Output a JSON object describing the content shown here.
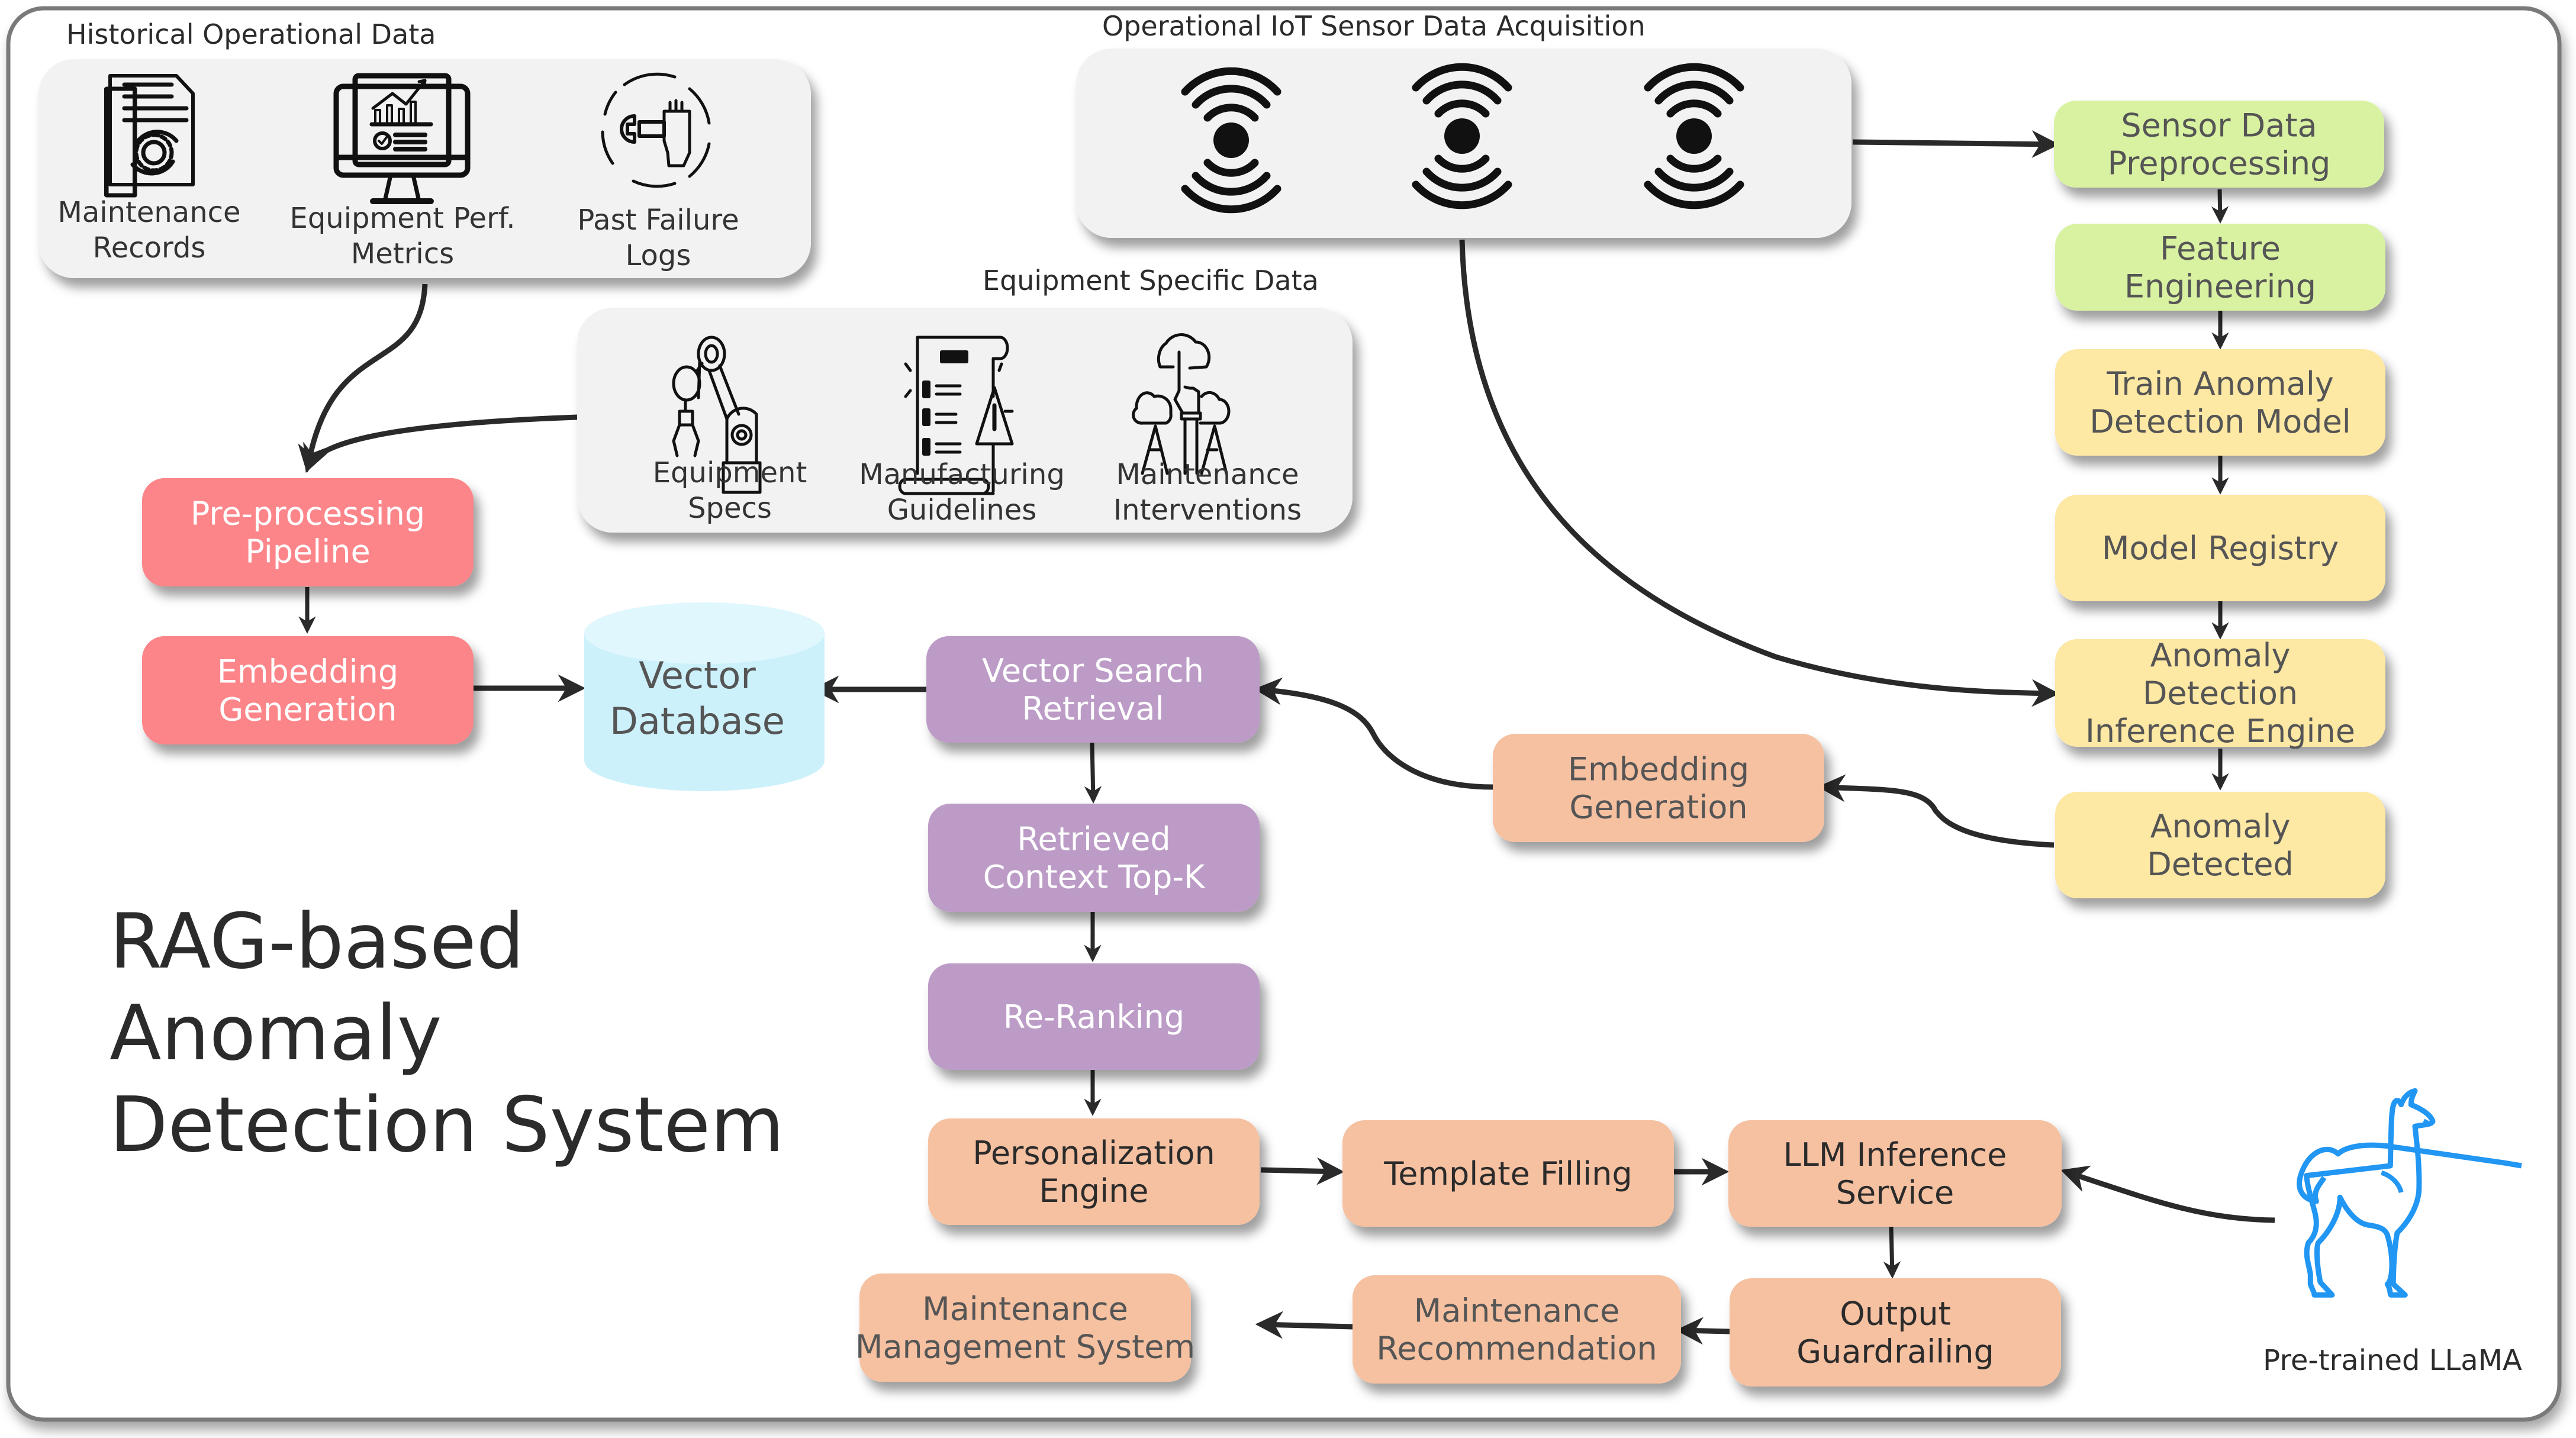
{
  "title": {
    "lines": [
      "RAG-based",
      "Anomaly",
      "Detection System"
    ]
  },
  "colors": {
    "red": "#fc8589",
    "purple": "#bc9cc7",
    "peach": "#f6c1a1",
    "yellow": "#fde8a4",
    "green": "#d9f2a2",
    "cyan": "#cdf1fb",
    "panel": "#f2f2f2",
    "edge": "#2a2a2a",
    "llama": "#2196f3"
  },
  "sections": {
    "historical": {
      "title": "Historical Operational Data",
      "items": [
        {
          "icon": "maintenance-records-icon",
          "lines": [
            "Maintenance",
            "Records"
          ]
        },
        {
          "icon": "performance-monitor-icon",
          "lines": [
            "Equipment Perf.",
            "Metrics"
          ]
        },
        {
          "icon": "failure-cycle-wrench-icon",
          "lines": [
            "Past Failure",
            "Logs"
          ]
        }
      ]
    },
    "iot": {
      "title": "Operational IoT Sensor Data Acquisition",
      "items": [
        {
          "icon": "sensor-signal-icon"
        },
        {
          "icon": "sensor-signal-icon"
        },
        {
          "icon": "sensor-signal-icon"
        }
      ]
    },
    "equipment": {
      "title": "Equipment Specific Data",
      "items": [
        {
          "icon": "robot-arm-icon",
          "lines": [
            "Equipment",
            "Specs"
          ]
        },
        {
          "icon": "checklist-warning-icon",
          "lines": [
            "Manufacturing",
            "Guidelines"
          ]
        },
        {
          "icon": "cloud-hand-icon",
          "lines": [
            "Maintenance",
            "Interventions"
          ]
        }
      ]
    }
  },
  "nodes": {
    "preprocessing_pipeline": {
      "lines": [
        "Pre-processing",
        "Pipeline"
      ],
      "color": "red"
    },
    "embedding_generation_left": {
      "lines": [
        "Embedding",
        "Generation"
      ],
      "color": "red"
    },
    "vector_database": {
      "lines": [
        "Vector",
        "Database"
      ],
      "color": "cyan"
    },
    "vector_search_retrieval": {
      "lines": [
        "Vector Search",
        "Retrieval"
      ],
      "color": "purple"
    },
    "retrieved_context": {
      "lines": [
        "Retrieved",
        "Context Top-K"
      ],
      "color": "purple"
    },
    "re_ranking": {
      "lines": [
        "Re-Ranking"
      ],
      "color": "purple"
    },
    "personalization_engine": {
      "lines": [
        "Personalization",
        "Engine"
      ],
      "color": "peach"
    },
    "template_filling": {
      "lines": [
        "Template Filling"
      ],
      "color": "peach"
    },
    "llm_inference_service": {
      "lines": [
        "LLM Inference",
        "Service"
      ],
      "color": "peach"
    },
    "output_guardrailing": {
      "lines": [
        "Output",
        "Guardrailing"
      ],
      "color": "peach"
    },
    "maintenance_recommendation": {
      "lines": [
        "Maintenance",
        "Recommendation"
      ],
      "color": "peach"
    },
    "maintenance_management_system": {
      "lines": [
        "Maintenance",
        "Management System"
      ],
      "color": "peach"
    },
    "embedding_generation_right": {
      "lines": [
        "Embedding",
        "Generation"
      ],
      "color": "peach"
    },
    "sensor_data_preprocessing": {
      "lines": [
        "Sensor Data",
        "Preprocessing"
      ],
      "color": "green"
    },
    "feature_engineering": {
      "lines": [
        "Feature",
        "Engineering"
      ],
      "color": "green"
    },
    "train_anomaly_model": {
      "lines": [
        "Train Anomaly",
        "Detection Model"
      ],
      "color": "yellow"
    },
    "model_registry": {
      "lines": [
        "Model Registry"
      ],
      "color": "yellow"
    },
    "anomaly_inference_engine": {
      "lines": [
        "Anomaly",
        "Detection",
        "Inference Engine"
      ],
      "color": "yellow"
    },
    "anomaly_detected": {
      "lines": [
        "Anomaly",
        "Detected"
      ],
      "color": "yellow"
    }
  },
  "llama": {
    "label": "Pre-trained LLaMA",
    "icon": "llama-icon"
  },
  "edges": [
    [
      "historical",
      "preprocessing_pipeline"
    ],
    [
      "equipment",
      "preprocessing_pipeline"
    ],
    [
      "preprocessing_pipeline",
      "embedding_generation_left"
    ],
    [
      "embedding_generation_left",
      "vector_database"
    ],
    [
      "vector_search_retrieval",
      "vector_database"
    ],
    [
      "vector_search_retrieval",
      "retrieved_context"
    ],
    [
      "retrieved_context",
      "re_ranking"
    ],
    [
      "re_ranking",
      "personalization_engine"
    ],
    [
      "personalization_engine",
      "template_filling"
    ],
    [
      "template_filling",
      "llm_inference_service"
    ],
    [
      "llama",
      "llm_inference_service"
    ],
    [
      "llm_inference_service",
      "output_guardrailing"
    ],
    [
      "output_guardrailing",
      "maintenance_recommendation"
    ],
    [
      "maintenance_recommendation",
      "maintenance_management_system"
    ],
    [
      "iot",
      "sensor_data_preprocessing"
    ],
    [
      "iot",
      "anomaly_inference_engine"
    ],
    [
      "sensor_data_preprocessing",
      "feature_engineering"
    ],
    [
      "feature_engineering",
      "train_anomaly_model"
    ],
    [
      "train_anomaly_model",
      "model_registry"
    ],
    [
      "model_registry",
      "anomaly_inference_engine"
    ],
    [
      "anomaly_inference_engine",
      "anomaly_detected"
    ],
    [
      "anomaly_detected",
      "embedding_generation_right"
    ],
    [
      "embedding_generation_right",
      "vector_search_retrieval"
    ]
  ]
}
